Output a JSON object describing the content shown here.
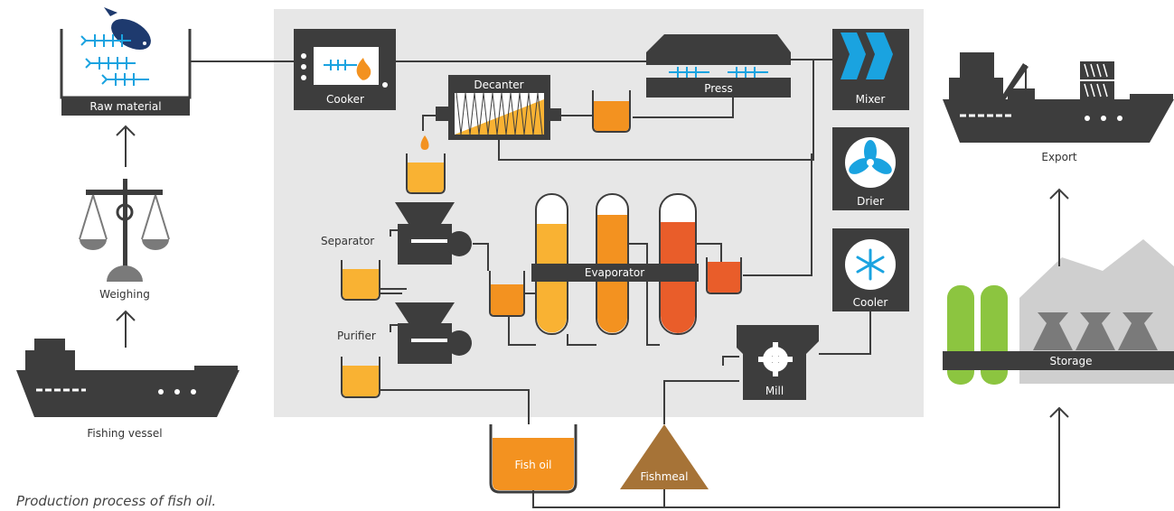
{
  "colors": {
    "dark": "#3d3d3d",
    "panel": "#e7e7e7",
    "oil_light": "#f9b233",
    "oil_mid": "#f39220",
    "oil_dark": "#e95d2a",
    "blue": "#1aa3e0",
    "meal": "#a67337",
    "green": "#8cc540"
  },
  "icons": {
    "fish": "fish-icon",
    "fishbone": "fishbone-icon",
    "flame": "flame-icon",
    "fan": "fan-icon",
    "snowflake": "snowflake-icon",
    "gear": "gear-icon",
    "scale": "scale-icon",
    "ship": "ship-icon",
    "crane": "crane-icon",
    "sack": "sack-icon",
    "arrow": "arrow-up-icon"
  },
  "labels": {
    "raw_material": "Raw material",
    "weighing": "Weighing",
    "fishing_vessel": "Fishing vessel",
    "cooker": "Cooker",
    "decanter": "Decanter",
    "press": "Press",
    "mixer": "Mixer",
    "drier": "Drier",
    "cooler": "Cooler",
    "separator": "Separator",
    "purifier": "Purifier",
    "evaporator": "Evaporator",
    "mill": "Mill",
    "fish_oil": "Fish oil",
    "fishmeal": "Fishmeal",
    "storage": "Storage",
    "export": "Export"
  },
  "caption": "Production process of fish oil."
}
